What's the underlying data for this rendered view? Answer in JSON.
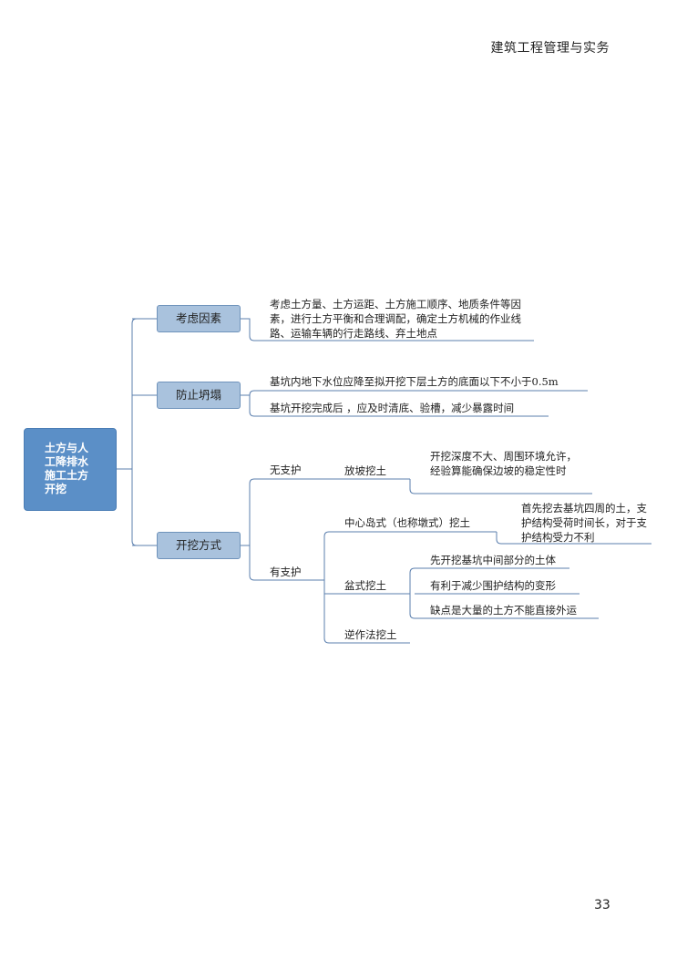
{
  "header": {
    "title": "建筑工程管理与实务"
  },
  "page_number": "33",
  "colors": {
    "root_fill": "#5b8fc7",
    "node_fill": "#a9c2dd",
    "line": "#5b7fae"
  },
  "mindmap": {
    "root": "土方与人\n工降排水\n施工土方\n开挖",
    "branches": [
      {
        "label": "考虑因素",
        "items": [
          {
            "text": "考虑土方量、土方运距、土方施工顺序、地质条件等因素，进行土方平衡和合理调配，确定土方机械的作业线路、运输车辆的行走路线、弃土地点"
          }
        ]
      },
      {
        "label": "防止坍塌",
        "items": [
          {
            "text": "基坑内地下水位应降至拟开挖下层土方的底面以下不小于0.5m"
          },
          {
            "text": "基坑开挖完成后 ，应及时清底、验槽，减少暴露时间"
          }
        ]
      },
      {
        "label": "开挖方式",
        "items": [
          {
            "label": "无支护",
            "children": [
              {
                "label": "放坡挖土",
                "detail": "开挖深度不大、周围环境允许，经验算能确保边坡的稳定性时"
              }
            ]
          },
          {
            "label": "有支护",
            "children": [
              {
                "label": "中心岛式（也称墩式）挖土",
                "detail": "首先挖去基坑四周的土，支护结构受荷时间长，对于支护结构受力不利"
              },
              {
                "label": "盆式挖土",
                "details": [
                  "先开挖基坑中间部分的土体",
                  "有利于减少围护结构的变形",
                  "缺点是大量的土方不能直接外运"
                ]
              },
              {
                "label": "逆作法挖土"
              }
            ]
          }
        ]
      }
    ]
  }
}
